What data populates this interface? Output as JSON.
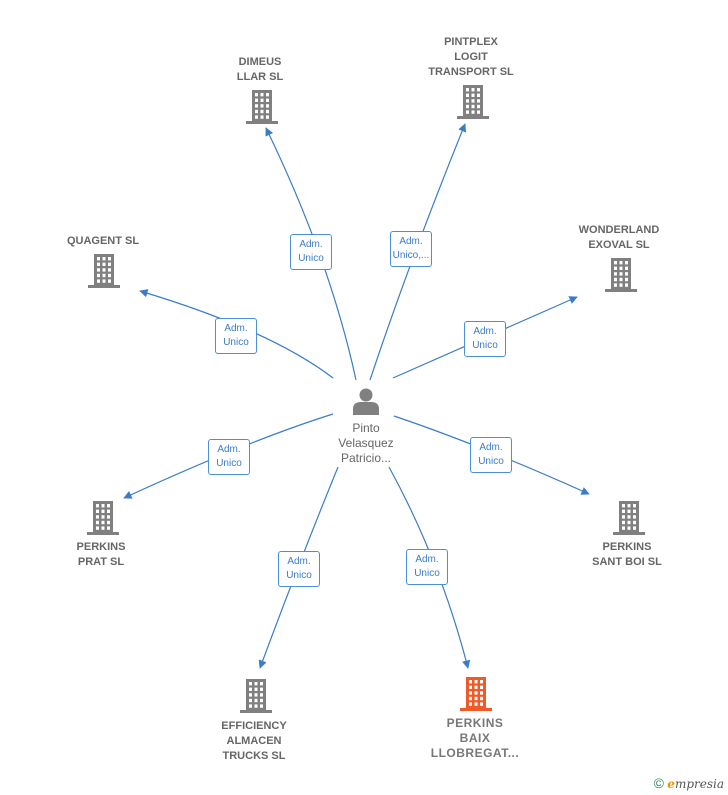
{
  "center": {
    "lines": [
      "Pinto",
      "Velasquez",
      "Patricio..."
    ]
  },
  "companies": [
    {
      "lines": [
        "DIMEUS",
        "LLAR SL"
      ],
      "highlight": false
    },
    {
      "lines": [
        "PINTPLEX",
        "LOGIT",
        "TRANSPORT SL"
      ],
      "highlight": false
    },
    {
      "lines": [
        "WONDERLAND",
        "EXOVAL SL"
      ],
      "highlight": false
    },
    {
      "lines": [
        "QUAGENT SL"
      ],
      "highlight": false
    },
    {
      "lines": [
        "PERKINS",
        "PRAT SL"
      ],
      "highlight": false
    },
    {
      "lines": [
        "PERKINS",
        "SANT BOI  SL"
      ],
      "highlight": false
    },
    {
      "lines": [
        "EFFICIENCY",
        "ALMACEN",
        "TRUCKS  SL"
      ],
      "highlight": false
    },
    {
      "lines": [
        "PERKINS",
        "BAIX",
        "LLOBREGAT..."
      ],
      "highlight": true
    }
  ],
  "roles": [
    {
      "lines": [
        "Adm.",
        "Unico"
      ]
    },
    {
      "lines": [
        "Adm.",
        "Unico,..."
      ]
    },
    {
      "lines": [
        "Adm.",
        "Unico"
      ]
    },
    {
      "lines": [
        "Adm.",
        "Unico"
      ]
    },
    {
      "lines": [
        "Adm.",
        "Unico"
      ]
    },
    {
      "lines": [
        "Adm.",
        "Unico"
      ]
    },
    {
      "lines": [
        "Adm.",
        "Unico"
      ]
    },
    {
      "lines": [
        "Adm.",
        "Unico"
      ]
    }
  ],
  "colors": {
    "edge": "#3a7cc8",
    "building": "#808080",
    "building_highlight": "#f05a28",
    "person": "#808080"
  },
  "footer": {
    "copyright": "©",
    "brand_initial": "e",
    "brand_rest": "mpresia"
  }
}
